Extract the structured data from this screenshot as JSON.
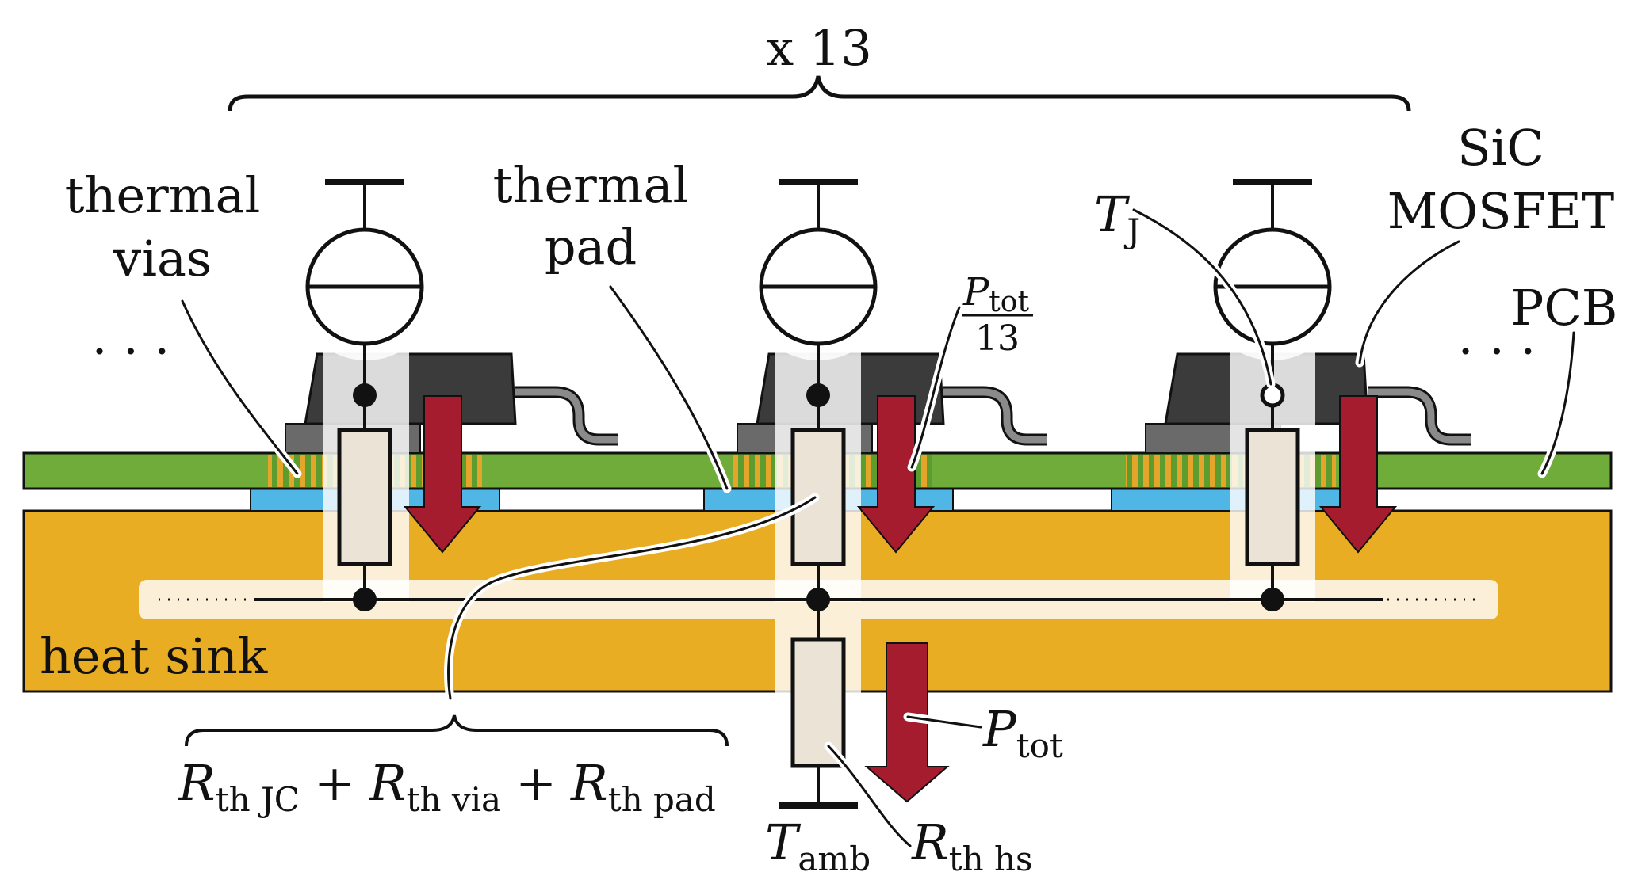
{
  "colors": {
    "pcb": "#6fac3a",
    "heatsink": "#e9ad23",
    "pad": "#4fb6e6",
    "mosfet": "#3b3b3b",
    "flow_arrow": "#a41c2e",
    "via_gold": "#e3a62a",
    "via_green": "#5d9c2f"
  },
  "labels": {
    "multiplier": "x 13",
    "thermal_vias_1": "thermal",
    "thermal_vias_2": "vias",
    "thermal_pad_1": "thermal",
    "thermal_pad_2": "pad",
    "tj_main": "T",
    "tj_sub": "J",
    "sic_1": "SiC",
    "sic_2": "MOSFET",
    "pcb": "PCB",
    "heat_sink": "heat sink",
    "ellipsis_left": "· · ·",
    "ellipsis_right": "· · ·",
    "ptot_frac_num_main": "P",
    "ptot_frac_num_sub": "tot",
    "ptot_frac_den": "13",
    "ptot_main": "P",
    "ptot_sub": "tot",
    "tamb_main": "T",
    "tamb_sub": "amb",
    "rthhs_main": "R",
    "rthhs_sub": "th hs",
    "sum_r1_main": "R",
    "sum_r1_sub": "th JC",
    "sum_plus1": "+",
    "sum_r2_main": "R",
    "sum_r2_sub": "th via",
    "sum_plus2": "+",
    "sum_r3_main": "R",
    "sum_r3_sub": "th pad"
  },
  "icons": [
    "current-source-icon",
    "resistor-icon",
    "ground-icon",
    "heat-flow-arrow-icon",
    "curly-brace-icon"
  ]
}
